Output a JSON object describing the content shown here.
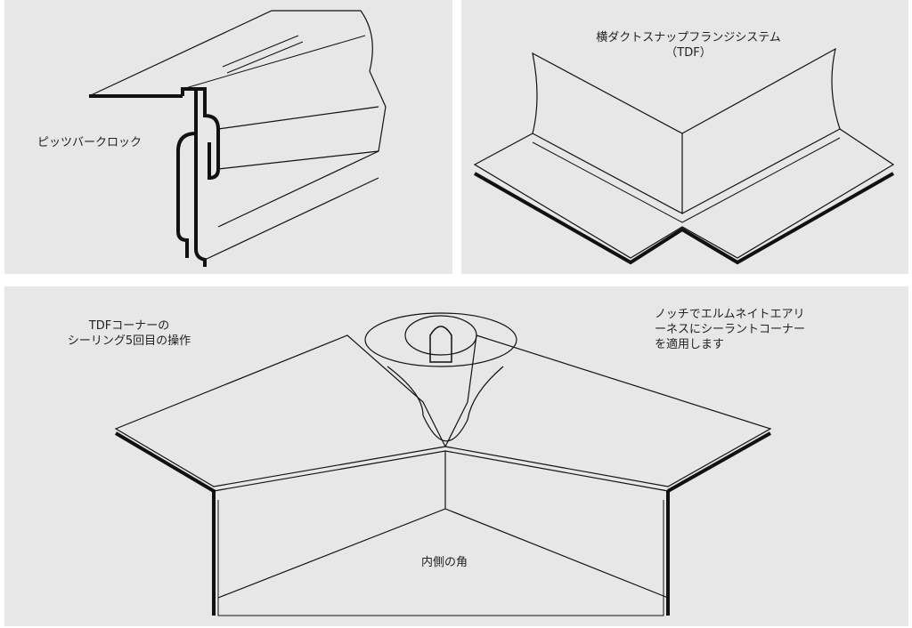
{
  "panels": {
    "pittsburgh": {
      "label": "ピッツバークロック"
    },
    "tdf": {
      "title_line1": "横ダクトスナップフランジシステム",
      "title_line2": "（TDF）"
    },
    "corner": {
      "left_label_line1": "TDFコーナーの",
      "left_label_line2": "シーリング5回目の操作",
      "right_label_line1": "ノッチでエルムネイトエアリ",
      "right_label_line2": "ーネスにシーラントコーナー",
      "right_label_line3": "を適用します",
      "inner_label": "内側の角"
    }
  },
  "colors": {
    "panel_bg": "#e7e7e7",
    "line": "#111111"
  }
}
